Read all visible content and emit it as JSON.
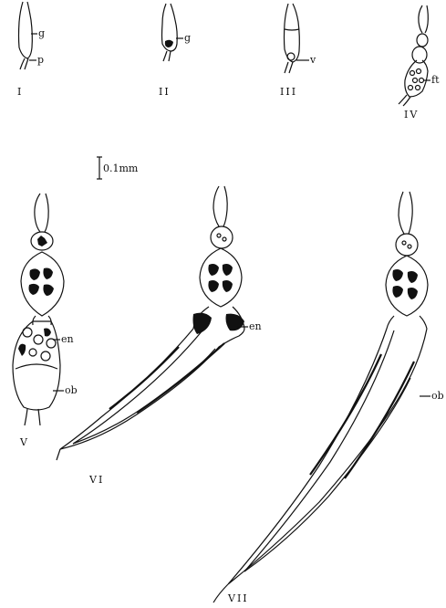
{
  "panels": {
    "I": {
      "roman": "I",
      "g": "g",
      "p": "p"
    },
    "II": {
      "roman": "II",
      "g": "g"
    },
    "III": {
      "roman": "III",
      "v": "v"
    },
    "IV": {
      "roman": "IV",
      "ft": "ft"
    },
    "V": {
      "roman": "V",
      "en": "en",
      "ob": "ob"
    },
    "VI": {
      "roman": "VI",
      "en": "en"
    },
    "VII": {
      "roman": "VII",
      "ob": "ob"
    }
  },
  "scale": {
    "label": "0.1mm"
  }
}
